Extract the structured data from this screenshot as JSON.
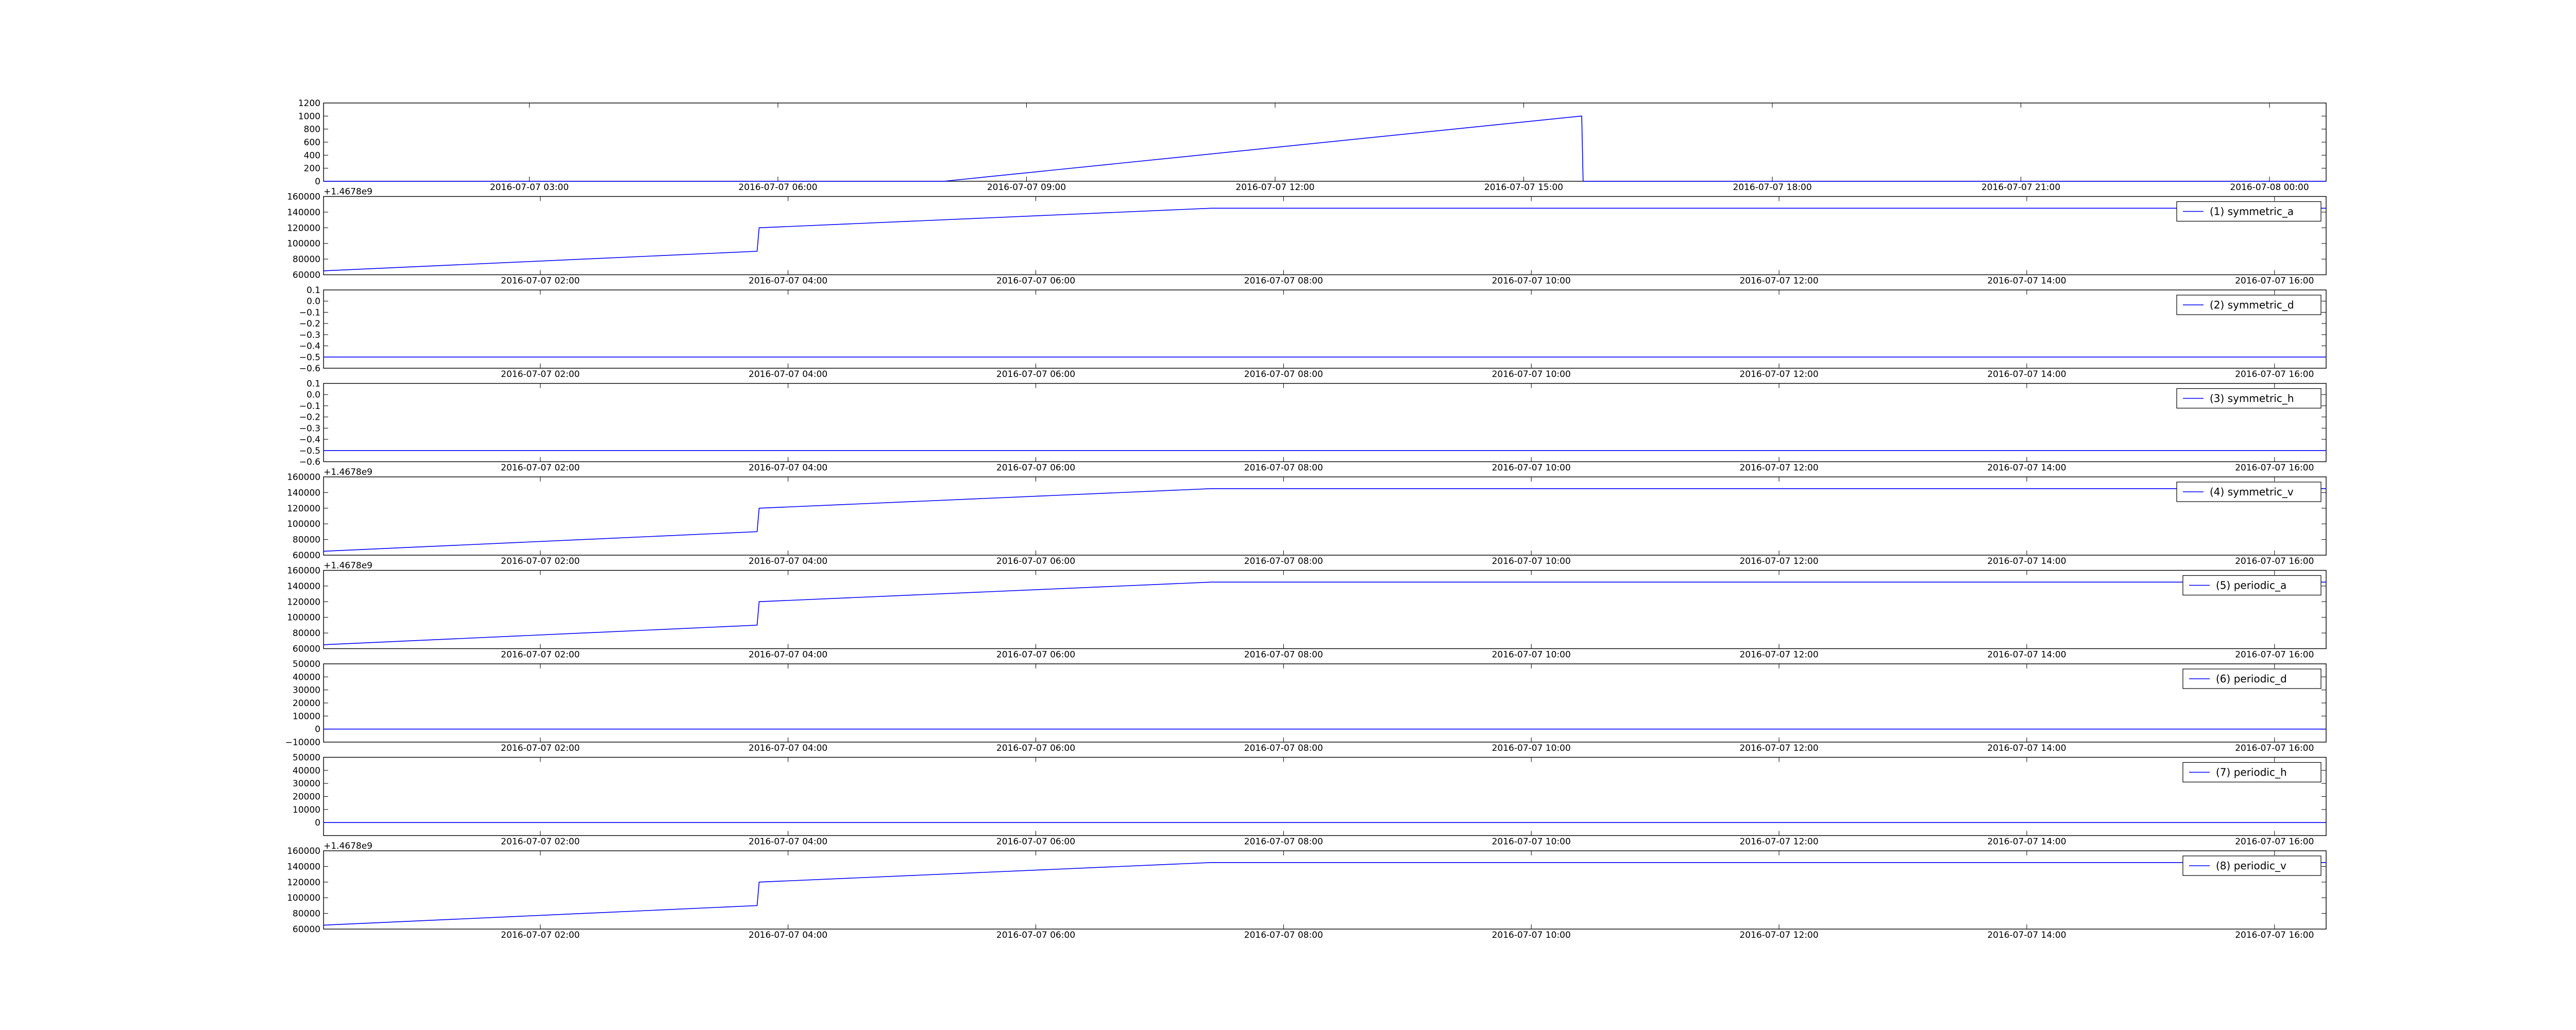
{
  "chart_data": [
    {
      "type": "line",
      "y_ticks": [
        "0",
        "200",
        "400",
        "600",
        "800",
        "1000",
        "1200"
      ],
      "ylim": [
        0,
        1200
      ],
      "x_ticks": [
        "2016-07-07 03:00",
        "2016-07-07 06:00",
        "2016-07-07 09:00",
        "2016-07-07 12:00",
        "2016-07-07 15:00",
        "2016-07-07 18:00",
        "2016-07-07 21:00",
        "2016-07-08 00:00"
      ],
      "xlim": [
        "2016-07-07 00:31",
        "2016-07-08 00:41"
      ],
      "series": [
        {
          "color": "#0000ff",
          "x": [
            "2016-07-07 00:31",
            "2016-07-07 08:00",
            "2016-07-07 15:42",
            "2016-07-07 15:43",
            "2016-07-08 00:41"
          ],
          "y": [
            0,
            0,
            1000,
            0,
            0
          ]
        }
      ]
    },
    {
      "type": "line",
      "offset_text": "+1.4678e9",
      "y_ticks": [
        "60000",
        "80000",
        "100000",
        "120000",
        "140000",
        "160000"
      ],
      "ylim": [
        60000,
        160000
      ],
      "x_ticks": [
        "2016-07-07 02:00",
        "2016-07-07 04:00",
        "2016-07-07 06:00",
        "2016-07-07 08:00",
        "2016-07-07 10:00",
        "2016-07-07 12:00",
        "2016-07-07 14:00",
        "2016-07-07 16:00"
      ],
      "xlim": [
        "2016-07-07 00:15",
        "2016-07-07 16:25"
      ],
      "series": [
        {
          "name": "(1) symmetric_a",
          "color": "#0000ff",
          "x": [
            "2016-07-07 00:15",
            "2016-07-07 03:45",
            "2016-07-07 03:46",
            "2016-07-07 07:25",
            "2016-07-07 16:25"
          ],
          "y": [
            65000,
            90000,
            120000,
            145000,
            145000
          ]
        }
      ]
    },
    {
      "type": "line",
      "y_ticks": [
        "−0.6",
        "−0.5",
        "−0.4",
        "−0.3",
        "−0.2",
        "−0.1",
        "0.0",
        "0.1"
      ],
      "ylim": [
        -0.6,
        0.1
      ],
      "x_ticks": [
        "2016-07-07 02:00",
        "2016-07-07 04:00",
        "2016-07-07 06:00",
        "2016-07-07 08:00",
        "2016-07-07 10:00",
        "2016-07-07 12:00",
        "2016-07-07 14:00",
        "2016-07-07 16:00"
      ],
      "xlim": [
        "2016-07-07 00:15",
        "2016-07-07 16:25"
      ],
      "series": [
        {
          "name": "(2) symmetric_d",
          "color": "#0000ff",
          "x": [
            "2016-07-07 00:15",
            "2016-07-07 16:25"
          ],
          "y": [
            -0.5,
            -0.5
          ]
        }
      ]
    },
    {
      "type": "line",
      "y_ticks": [
        "−0.6",
        "−0.5",
        "−0.4",
        "−0.3",
        "−0.2",
        "−0.1",
        "0.0",
        "0.1"
      ],
      "ylim": [
        -0.6,
        0.1
      ],
      "x_ticks": [
        "2016-07-07 02:00",
        "2016-07-07 04:00",
        "2016-07-07 06:00",
        "2016-07-07 08:00",
        "2016-07-07 10:00",
        "2016-07-07 12:00",
        "2016-07-07 14:00",
        "2016-07-07 16:00"
      ],
      "xlim": [
        "2016-07-07 00:15",
        "2016-07-07 16:25"
      ],
      "series": [
        {
          "name": "(3) symmetric_h",
          "color": "#0000ff",
          "x": [
            "2016-07-07 00:15",
            "2016-07-07 16:25"
          ],
          "y": [
            -0.5,
            -0.5
          ]
        }
      ]
    },
    {
      "type": "line",
      "offset_text": "+1.4678e9",
      "y_ticks": [
        "60000",
        "80000",
        "100000",
        "120000",
        "140000",
        "160000"
      ],
      "ylim": [
        60000,
        160000
      ],
      "x_ticks": [
        "2016-07-07 02:00",
        "2016-07-07 04:00",
        "2016-07-07 06:00",
        "2016-07-07 08:00",
        "2016-07-07 10:00",
        "2016-07-07 12:00",
        "2016-07-07 14:00",
        "2016-07-07 16:00"
      ],
      "xlim": [
        "2016-07-07 00:15",
        "2016-07-07 16:25"
      ],
      "series": [
        {
          "name": "(4) symmetric_v",
          "color": "#0000ff",
          "x": [
            "2016-07-07 00:15",
            "2016-07-07 03:45",
            "2016-07-07 03:46",
            "2016-07-07 07:25",
            "2016-07-07 16:25"
          ],
          "y": [
            65000,
            90000,
            120000,
            145000,
            145000
          ]
        }
      ]
    },
    {
      "type": "line",
      "offset_text": "+1.4678e9",
      "y_ticks": [
        "60000",
        "80000",
        "100000",
        "120000",
        "140000",
        "160000"
      ],
      "ylim": [
        60000,
        160000
      ],
      "x_ticks": [
        "2016-07-07 02:00",
        "2016-07-07 04:00",
        "2016-07-07 06:00",
        "2016-07-07 08:00",
        "2016-07-07 10:00",
        "2016-07-07 12:00",
        "2016-07-07 14:00",
        "2016-07-07 16:00"
      ],
      "xlim": [
        "2016-07-07 00:15",
        "2016-07-07 16:25"
      ],
      "series": [
        {
          "name": "(5) periodic_a",
          "color": "#0000ff",
          "x": [
            "2016-07-07 00:15",
            "2016-07-07 03:45",
            "2016-07-07 03:46",
            "2016-07-07 07:25",
            "2016-07-07 16:25"
          ],
          "y": [
            65000,
            90000,
            120000,
            145000,
            145000
          ]
        }
      ]
    },
    {
      "type": "line",
      "y_ticks": [
        "−10000",
        "0",
        "10000",
        "20000",
        "30000",
        "40000",
        "50000"
      ],
      "ylim": [
        -10000,
        50000
      ],
      "x_ticks": [
        "2016-07-07 02:00",
        "2016-07-07 04:00",
        "2016-07-07 06:00",
        "2016-07-07 08:00",
        "2016-07-07 10:00",
        "2016-07-07 12:00",
        "2016-07-07 14:00",
        "2016-07-07 16:00"
      ],
      "xlim": [
        "2016-07-07 00:15",
        "2016-07-07 16:25"
      ],
      "series": [
        {
          "name": "(6) periodic_d",
          "color": "#0000ff",
          "x": [
            "2016-07-07 00:15",
            "2016-07-07 16:25"
          ],
          "y": [
            0,
            0
          ]
        }
      ]
    },
    {
      "type": "line",
      "y_ticks": [
        "0",
        "10000",
        "20000",
        "30000",
        "40000",
        "50000"
      ],
      "ylim": [
        -10000,
        50000
      ],
      "x_ticks": [
        "2016-07-07 02:00",
        "2016-07-07 04:00",
        "2016-07-07 06:00",
        "2016-07-07 08:00",
        "2016-07-07 10:00",
        "2016-07-07 12:00",
        "2016-07-07 14:00",
        "2016-07-07 16:00"
      ],
      "xlim": [
        "2016-07-07 00:15",
        "2016-07-07 16:25"
      ],
      "series": [
        {
          "name": "(7) periodic_h",
          "color": "#0000ff",
          "x": [
            "2016-07-07 00:15",
            "2016-07-07 16:25"
          ],
          "y": [
            0,
            0
          ]
        }
      ]
    },
    {
      "type": "line",
      "offset_text": "+1.4678e9",
      "y_ticks": [
        "60000",
        "80000",
        "100000",
        "120000",
        "140000",
        "160000"
      ],
      "ylim": [
        60000,
        160000
      ],
      "x_ticks": [
        "2016-07-07 02:00",
        "2016-07-07 04:00",
        "2016-07-07 06:00",
        "2016-07-07 08:00",
        "2016-07-07 10:00",
        "2016-07-07 12:00",
        "2016-07-07 14:00",
        "2016-07-07 16:00"
      ],
      "xlim": [
        "2016-07-07 00:15",
        "2016-07-07 16:25"
      ],
      "series": [
        {
          "name": "(8) periodic_v",
          "color": "#0000ff",
          "x": [
            "2016-07-07 00:15",
            "2016-07-07 03:45",
            "2016-07-07 03:46",
            "2016-07-07 07:25",
            "2016-07-07 16:25"
          ],
          "y": [
            65000,
            90000,
            120000,
            145000,
            145000
          ]
        }
      ]
    }
  ]
}
